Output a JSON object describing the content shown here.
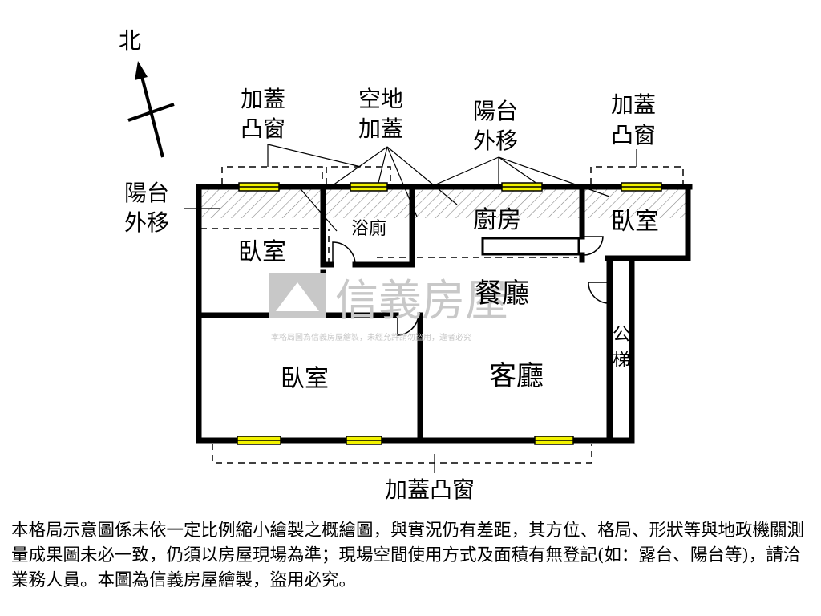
{
  "compass": {
    "north_label": "北"
  },
  "annotations": {
    "bay_window_top_left": [
      "加蓋",
      "凸窗"
    ],
    "open_land_extension": [
      "空地",
      "加蓋"
    ],
    "balcony_moved_top": [
      "陽台",
      "外移"
    ],
    "bay_window_top_right": [
      "加蓋",
      "凸窗"
    ],
    "balcony_moved_left": [
      "陽台",
      "外移"
    ],
    "bay_window_bottom": "加蓋凸窗"
  },
  "rooms": {
    "bedroom_top_left": "臥室",
    "bathroom": "浴廁",
    "kitchen": "廚房",
    "bedroom_top_right": "臥室",
    "dining": "餐廳",
    "living": "客廳",
    "bedroom_bottom_left": "臥室",
    "public_stairs": [
      "公",
      "梯"
    ]
  },
  "watermark": {
    "brand": "信義房屋",
    "notice": "本格局圖為信義房屋繪製，未經允許請勿盜用，違者必究"
  },
  "colors": {
    "wall": "#000000",
    "window_fill": "#f2f200",
    "watermark": "#c8c8c8",
    "hatch": "#888888"
  },
  "disclaimer": "本格局示意圖係未依一定比例縮小繪製之概繪圖，與實況仍有差距，其方位、格局、形狀等與地政機關測量成果圖未必一致，仍須以房屋現場為準；現場空間使用方式及面積有無登記(如：露台、陽台等)，請洽業務人員。本圖為信義房屋繪製，盜用必究。"
}
